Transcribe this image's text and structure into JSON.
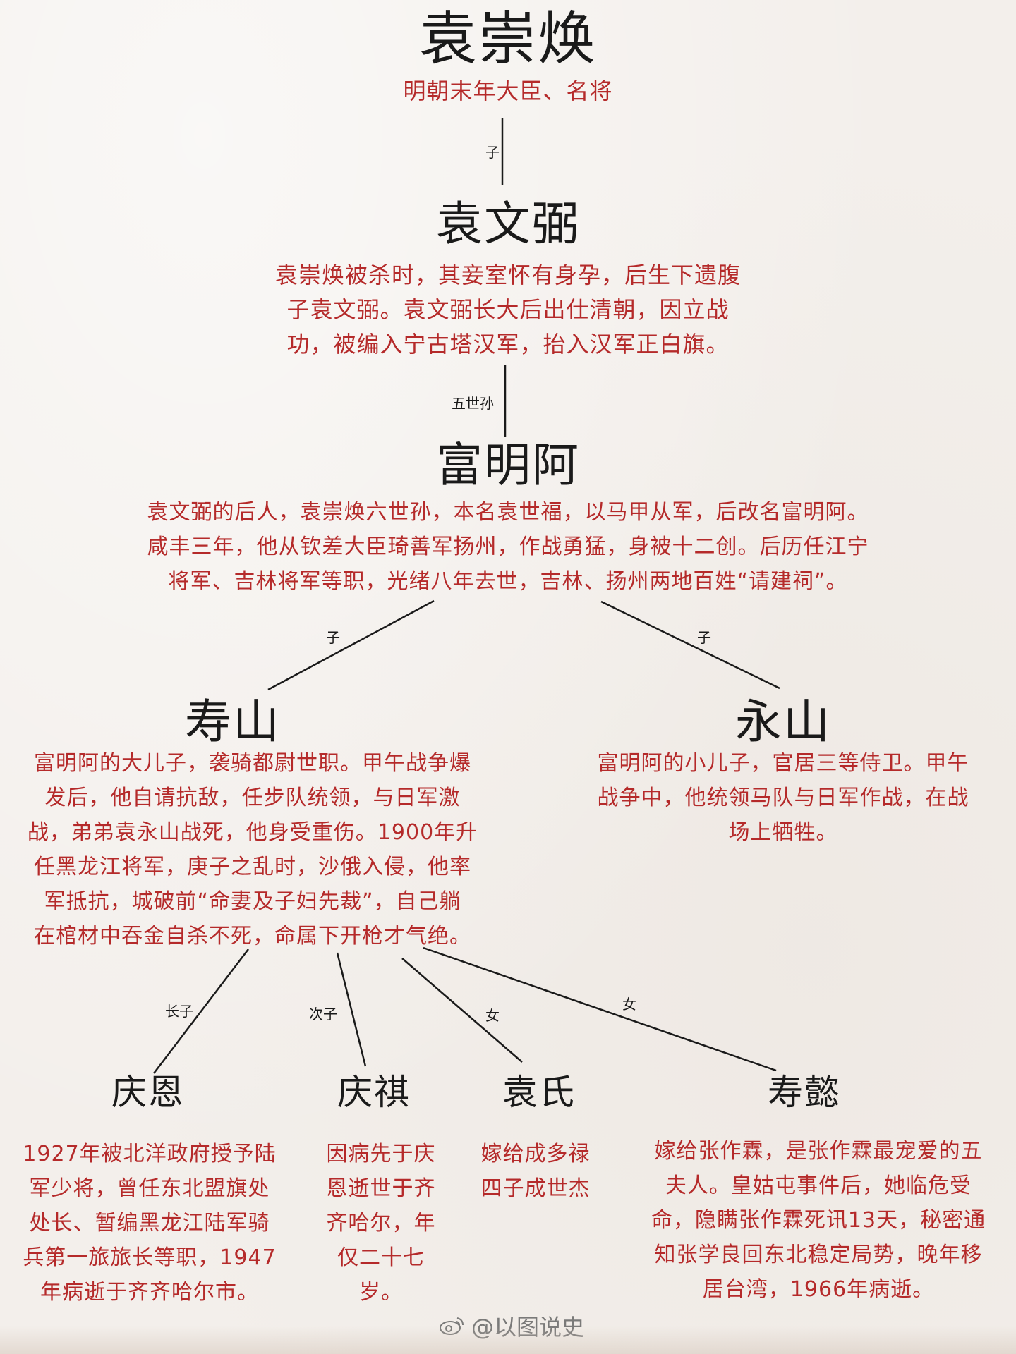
{
  "tree": {
    "root": {
      "name": "袁崇焕",
      "desc": "明朝末年大臣、名将"
    },
    "gen2": {
      "relation": "子",
      "name": "袁文弼",
      "desc": [
        "袁崇焕被杀时，其妾室怀有身孕，后生下遗腹",
        "子袁文弼。袁文弼长大后出仕清朝，因立战",
        "功，被编入宁古塔汉军，抬入汉军正白旗。"
      ]
    },
    "gen3": {
      "relation": "五世孙",
      "name": "富明阿",
      "desc": [
        "袁文弼的后人，袁崇焕六世孙，本名袁世福，以马甲从军，后改名富明阿。",
        "咸丰三年，他从钦差大臣琦善军扬州，作战勇猛，身被十二创。后历任江宁",
        "将军、吉林将军等职，光绪八年去世，吉林、扬州两地百姓“请建祠”。"
      ]
    },
    "gen4": [
      {
        "relation": "子",
        "name": "寿山",
        "desc": [
          "富明阿的大儿子，袭骑都尉世职。甲午战争爆",
          "发后，他自请抗敌，任步队统领，与日军激",
          "战，弟弟袁永山战死，他身受重伤。1900年升",
          "任黑龙江将军，庚子之乱时，沙俄入侵，他率",
          "军抵抗，城破前“命妻及子妇先裁”，自己躺",
          "在棺材中吞金自杀不死，命属下开枪才气绝。"
        ]
      },
      {
        "relation": "子",
        "name": "永山",
        "desc": [
          "富明阿的小儿子，官居三等侍卫。甲午",
          "战争中，他统领马队与日军作战，在战",
          "场上牺牲。"
        ]
      }
    ],
    "gen5": [
      {
        "relation": "长子",
        "name": "庆恩",
        "desc": [
          "1927年被北洋政府授予陆",
          "军少将，曾任东北盟旗处",
          "处长、暂编黑龙江陆军骑",
          "兵第一旅旅长等职，1947",
          "年病逝于齐齐哈尔市。"
        ]
      },
      {
        "relation": "次子",
        "name": "庆祺",
        "desc": [
          "因病先于庆",
          "恩逝世于齐",
          "齐哈尔，年",
          "仅二十七",
          "岁。"
        ]
      },
      {
        "relation": "女",
        "name": "袁氏",
        "desc": [
          "嫁给成多禄",
          "四子成世杰"
        ]
      },
      {
        "relation": "女",
        "name": "寿懿",
        "desc": [
          "嫁给张作霖，是张作霖最宠爱的五",
          "夫人。皇姑屯事件后，她临危受",
          "命，隐瞒张作霖死讯13天，秘密通",
          "知张学良回东北稳定局势，晚年移",
          "居台湾，1966年病逝。"
        ]
      }
    ]
  },
  "watermark": {
    "text": "@以图说史",
    "icon": "weibo-icon"
  },
  "colors": {
    "background": "#f3efeb",
    "name_text": "#1a1a1a",
    "desc_text": "#b52a2a",
    "line": "#1a1a1a"
  }
}
